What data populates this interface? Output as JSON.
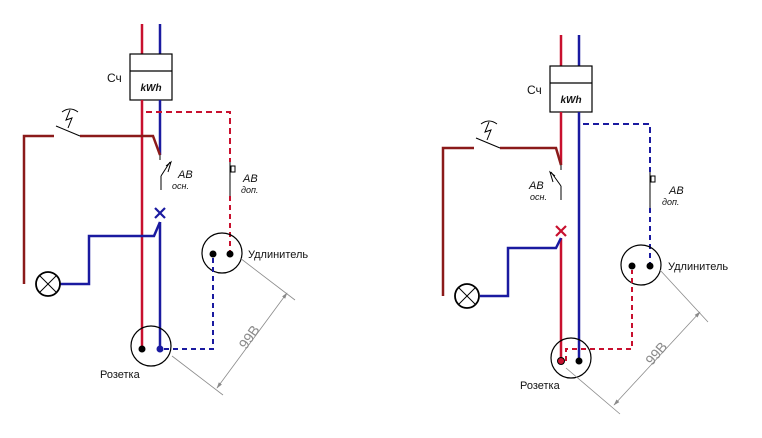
{
  "colors": {
    "phase": "#c8102e",
    "phase_dark": "#8b1a1a",
    "neutral": "#1a1aa0",
    "line": "#000000",
    "dimension": "#8a8a8a"
  },
  "diagrams": [
    {
      "id": "left",
      "meter_label": "Сч",
      "meter_unit": "kWh",
      "breaker_main_label": "АВ",
      "breaker_main_sub": "осн.",
      "breaker_extra_label": "АВ",
      "breaker_extra_sub": "доп.",
      "socket_label": "Розетка",
      "extension_label": "Удлинитель",
      "voltage_label": "99В",
      "break_mark_color": "neutral",
      "extra_wire_color": "phase",
      "extension_link_color": "neutral"
    },
    {
      "id": "right",
      "meter_label": "Сч",
      "meter_unit": "kWh",
      "breaker_main_label": "АВ",
      "breaker_main_sub": "осн.",
      "breaker_extra_label": "АВ",
      "breaker_extra_sub": "доп.",
      "socket_label": "Розетка",
      "extension_label": "Удлинитель",
      "voltage_label": "99В",
      "break_mark_color": "phase",
      "extra_wire_color": "neutral",
      "extension_link_color": "phase"
    }
  ]
}
